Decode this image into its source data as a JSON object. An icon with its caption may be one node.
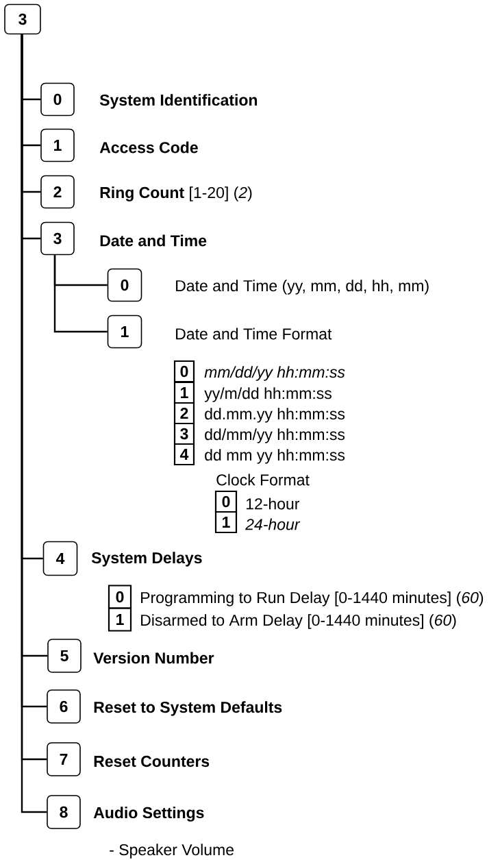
{
  "diagram": {
    "nodes": [
      {
        "text": [
          "3"
        ]
      },
      {
        "text": [
          "0"
        ],
        "beside": [
          "System Identification"
        ]
      },
      {
        "text": [
          "1"
        ],
        "beside": [
          "Access Code"
        ]
      },
      {
        "text": [
          "2"
        ],
        "beside": [
          "Ring Count",
          "[1-20] (*2*)"
        ]
      },
      {
        "text": [
          "3"
        ],
        "beside": [
          "Date and Time"
        ]
      },
      {
        "text": [
          "0"
        ],
        "beside": [
          "Date and Time (yy, mm, dd, hh, mm)"
        ]
      },
      {
        "text": [
          "1"
        ],
        "beside": [
          "Date and Time Format"
        ]
      },
      {
        "text": [
          "0"
        ],
        "beside": [
          "*mm/dd/yy hh:mm:ss*"
        ]
      },
      {
        "text": [
          "1"
        ],
        "beside": [
          "yy/m/dd hh:mm:ss"
        ]
      },
      {
        "text": [
          "2"
        ],
        "beside": [
          "dd.mm.yy hh:mm:ss"
        ]
      },
      {
        "text": [
          "3"
        ],
        "beside": [
          "dd/mm/yy hh:mm:ss"
        ]
      },
      {
        "text": [
          "4"
        ],
        "beside": [
          "dd mm yy hh:mm:ss"
        ]
      },
      {
        "text": [
          "0"
        ],
        "beside": [
          "12-hour"
        ]
      },
      {
        "text": [
          "1"
        ],
        "beside": [
          "*24-hour*"
        ]
      },
      {
        "text": [
          "4"
        ],
        "beside": [
          "System Delays"
        ]
      },
      {
        "text": [
          "0"
        ],
        "beside": [
          "Programming to Run Delay [0-1440 minutes] (*60*)"
        ]
      },
      {
        "text": [
          "1"
        ],
        "beside": [
          "Disarmed to Arm Delay [0-1440 minutes] (*60*)"
        ]
      },
      {
        "text": [
          "5"
        ],
        "beside": [
          "Version Number"
        ]
      },
      {
        "text": [
          "6"
        ],
        "beside": [
          "Reset to System Defaults"
        ]
      },
      {
        "text": [
          "7"
        ],
        "beside": [
          "Reset Counters"
        ]
      },
      {
        "text": [
          "8"
        ],
        "beside": [
          "Audio Settings"
        ]
      }
    ],
    "edges": [
      {
        "from": 0,
        "to": 1,
        "arrow": "none"
      },
      {
        "from": 0,
        "to": 2,
        "arrow": "none"
      },
      {
        "from": 0,
        "to": 3,
        "arrow": "none"
      },
      {
        "from": 0,
        "to": 4,
        "arrow": "none"
      },
      {
        "from": 4,
        "to": 5,
        "arrow": "none"
      },
      {
        "from": 4,
        "to": 6,
        "arrow": "none"
      },
      {
        "from": 0,
        "to": 14,
        "arrow": "none"
      },
      {
        "from": 0,
        "to": 17,
        "arrow": "none"
      },
      {
        "from": 0,
        "to": 18,
        "arrow": "none"
      },
      {
        "from": 0,
        "to": 19,
        "arrow": "none"
      },
      {
        "from": 0,
        "to": 20,
        "arrow": "none"
      }
    ],
    "labels": [
      "Clock Format",
      "- Speaker Volume"
    ]
  }
}
